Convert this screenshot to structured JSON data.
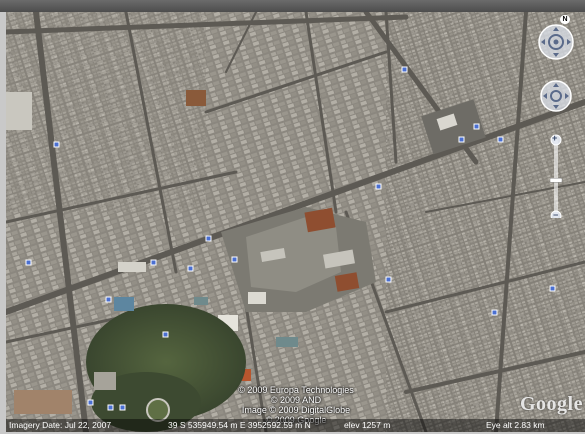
{
  "map": {
    "credits": {
      "line1": "© 2009 Europa Technologies",
      "line2": "© 2009 AND",
      "line3": "Image © 2009 DigitalGlobe",
      "line4": "© 2009 Google"
    },
    "logo": "Google",
    "status": {
      "imagery_date": "Imagery Date: Jul 22, 2007",
      "coordinates": "39 S 535949.54 m E 3952592.59 m N",
      "elevation": "elev 1257 m",
      "eye_alt": "Eye alt    2.83 km"
    },
    "controls": {
      "north_label": "N",
      "zoom_in": "+",
      "zoom_out": "−",
      "zoom_level": 0.55
    },
    "colors": {
      "urban": "#8a867e",
      "road": "#5a5853",
      "park": "#3f4e35",
      "water": "#6f8a8c",
      "roof_white": "#d9d7d0",
      "brick": "#8f4e30",
      "placemark": "#4a6fd1"
    }
  }
}
